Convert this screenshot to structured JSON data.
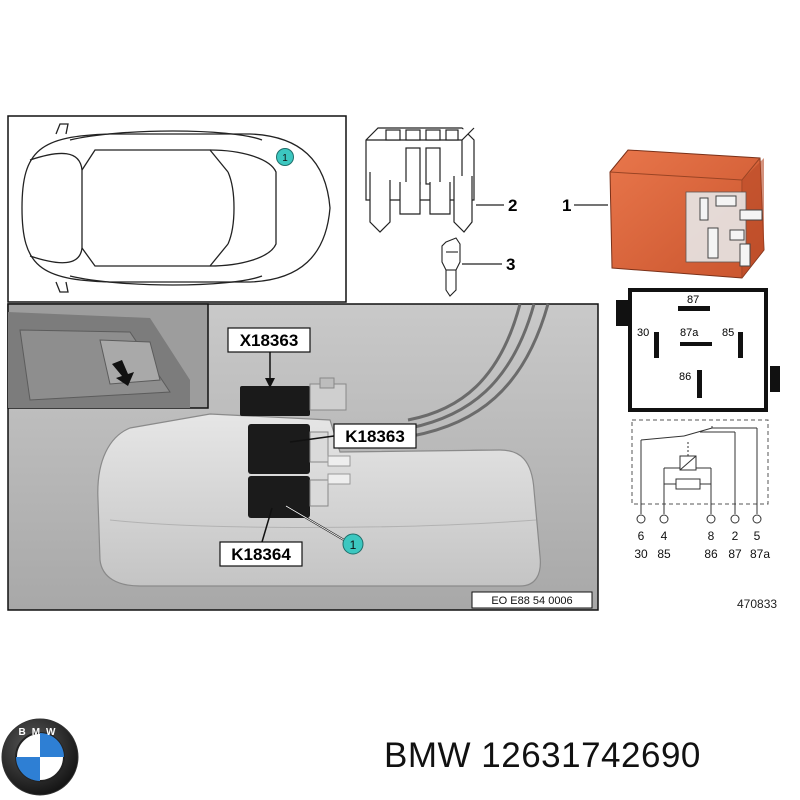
{
  "car_view": {
    "callout": "1"
  },
  "parts": {
    "callout_relay": "1",
    "callout_socket": "2",
    "callout_terminal": "3"
  },
  "photo": {
    "label_connector_top": "X18363",
    "label_relay_upper": "K18363",
    "label_relay_lower": "K18364",
    "callout": "1",
    "reference": "EO E88 54 0006"
  },
  "relay_pinout": {
    "pin_87": "87",
    "pin_30": "30",
    "pin_87a": "87a",
    "pin_85": "85",
    "pin_86": "86"
  },
  "schematic": {
    "pins_top_row": [
      "6",
      "4",
      "8",
      "2",
      "5"
    ],
    "pins_bottom_row": [
      "30",
      "85",
      "86",
      "87",
      "87a"
    ]
  },
  "doc_number": "470833",
  "brand": {
    "logo_text": "BMW",
    "part_line": "BMW 12631742690"
  },
  "colors": {
    "relay_body": "#d9623a",
    "callout_fill": "#3cc7c0",
    "photo_bg": "#b9b9b9"
  }
}
